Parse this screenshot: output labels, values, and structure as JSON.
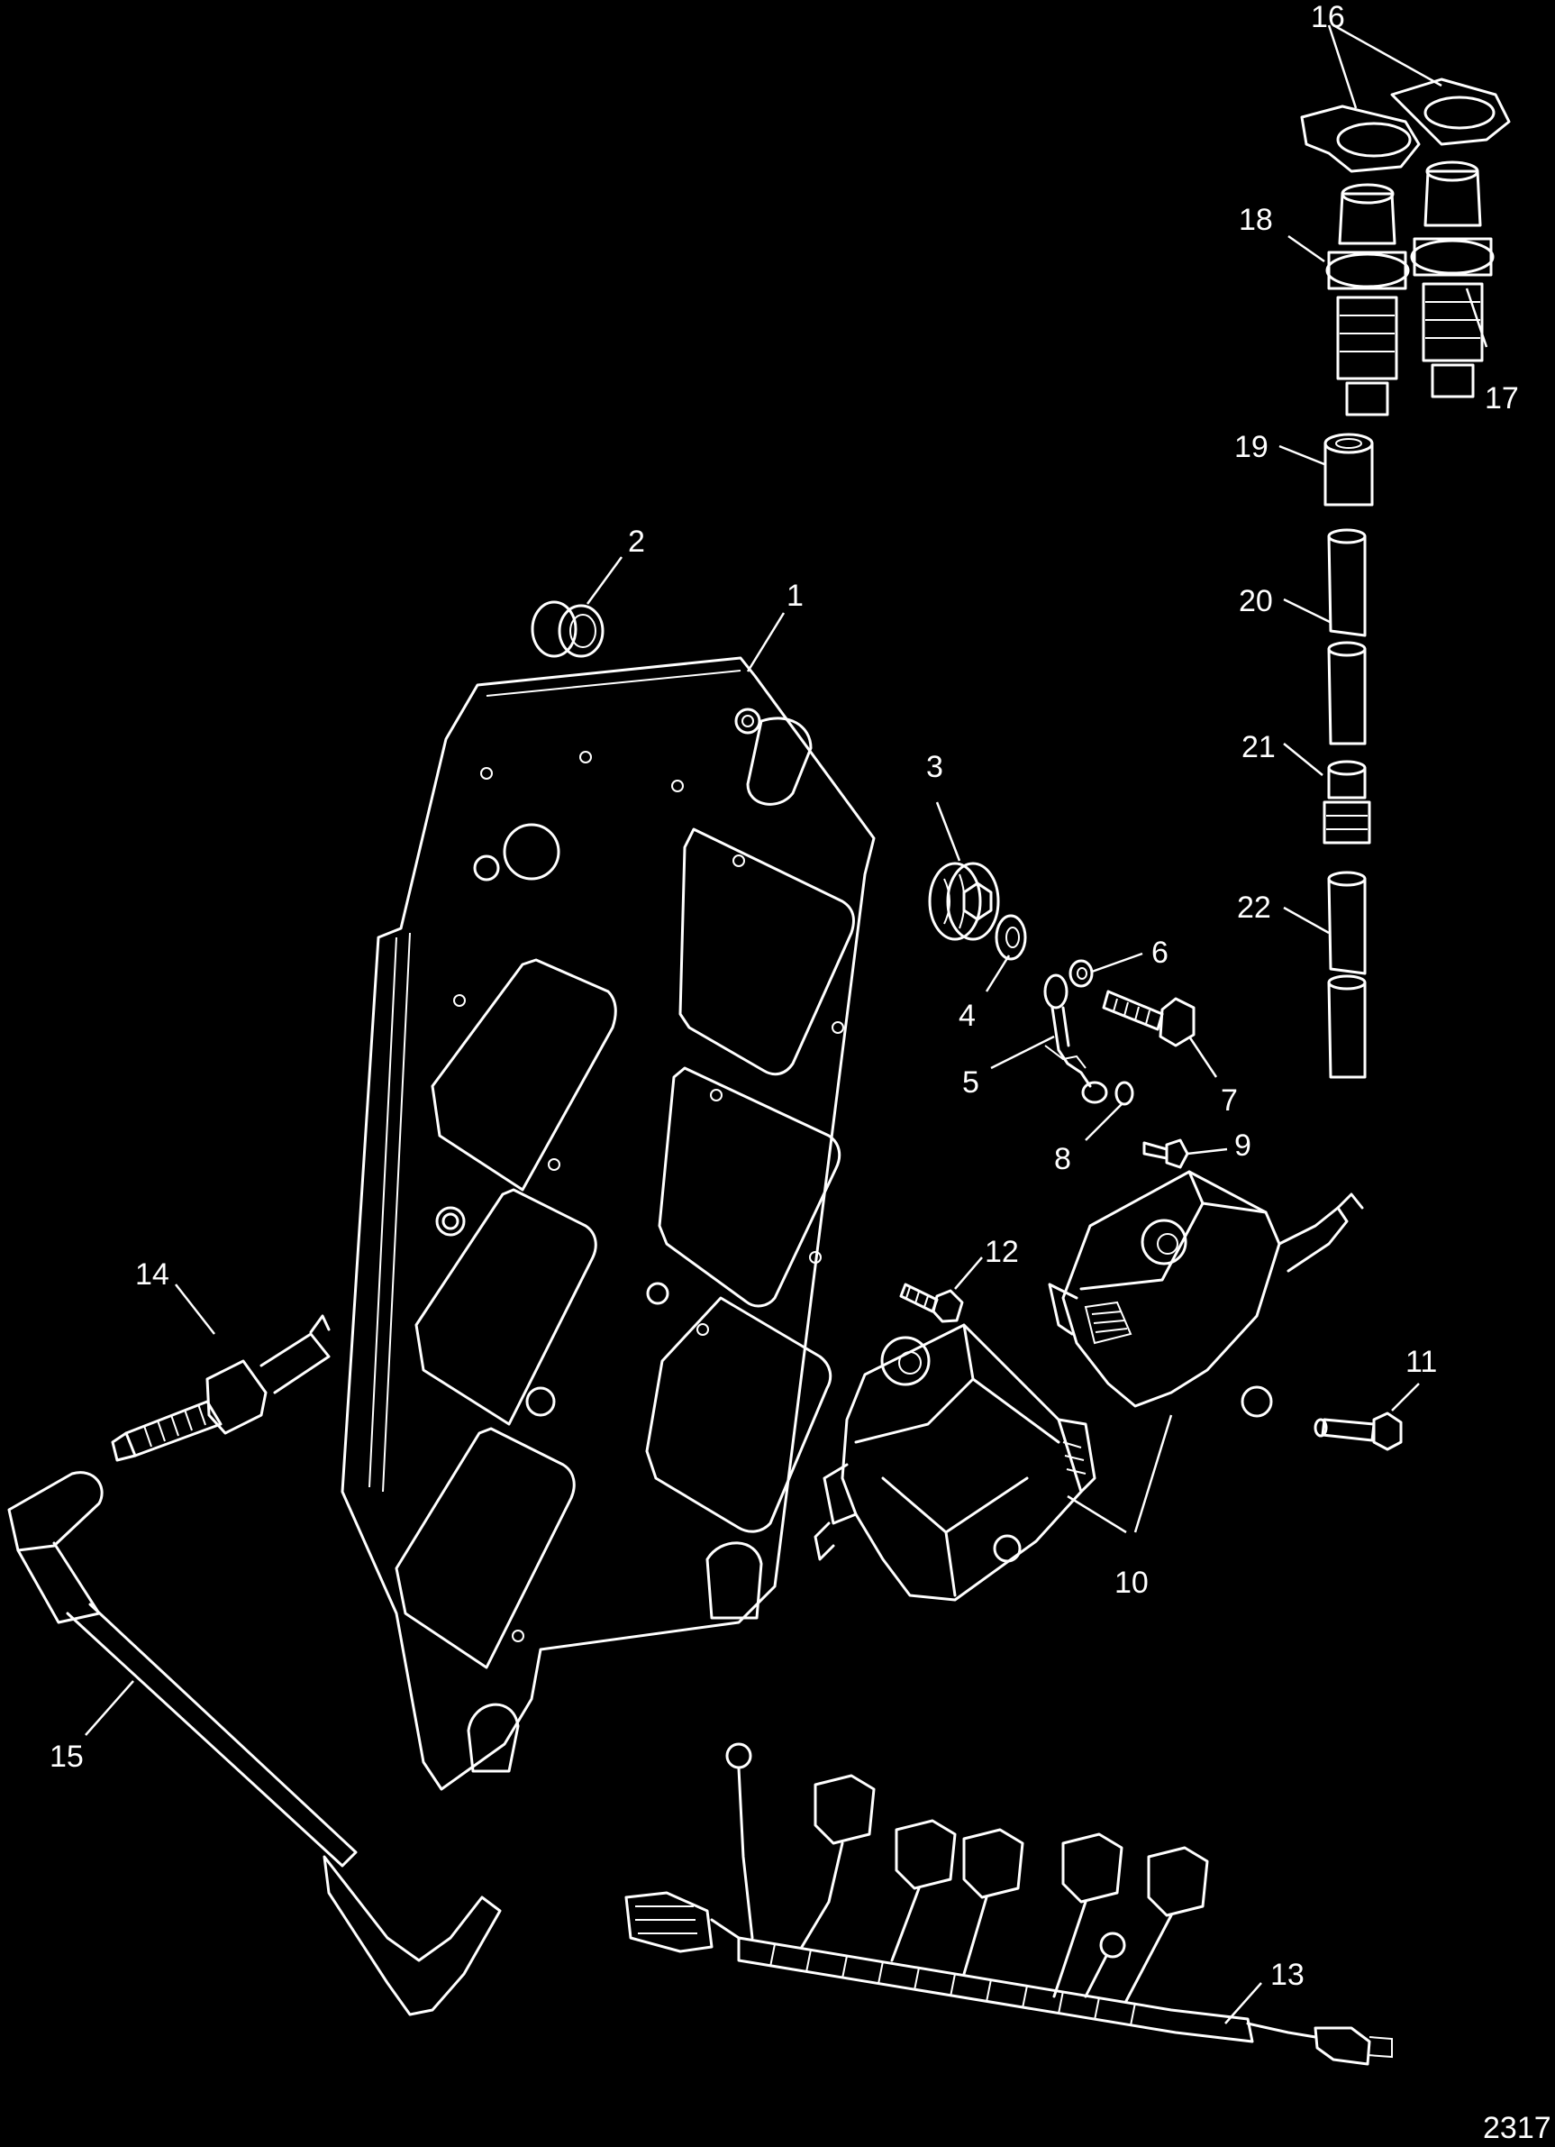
{
  "figure": {
    "number": "2317",
    "callouts": [
      "1",
      "2",
      "3",
      "4",
      "5",
      "6",
      "7",
      "8",
      "9",
      "10",
      "11",
      "12",
      "13",
      "14",
      "15",
      "16",
      "17",
      "18",
      "19",
      "20",
      "21",
      "22"
    ]
  },
  "colors": {
    "background": "#000000",
    "line": "#ffffff"
  }
}
